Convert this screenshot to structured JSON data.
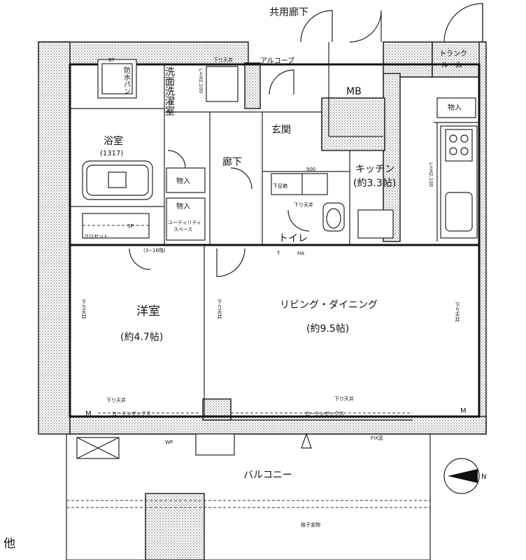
{
  "labels": {
    "corridor": "共用廊下",
    "alcove": "アルコーブ",
    "trunk_room_1": "トランク",
    "trunk_room_2": "ルーム",
    "mb": "MB",
    "storage_top": "物入",
    "waterproof_pan": "防水パン",
    "washroom": "洗面洗濯室",
    "ceiling_down_top": "下り天井",
    "bath": "浴室",
    "bath_size": "(1317)",
    "entrance": "玄関",
    "hallway": "廊下",
    "kitchen": "キッチン",
    "kitchen_size": "(約3.3帖)",
    "storage_mid": "物入",
    "storage_util": "物入",
    "utility_space_1": "ユーティリティ",
    "utility_space_2": "スペース",
    "shoe_box": "下足箱",
    "closet": "クロゼット",
    "toilet": "トイレ",
    "ceiling_down_toilet": "下り天井",
    "western_room": "洋室",
    "western_size": "(約4.7帖)",
    "living_dining": "リビング・ダイニング",
    "living_size": "(約9.5帖)",
    "ceiling_down_left": "下り天井",
    "ceiling_down_mid": "下り天井",
    "ceiling_down_right": "下り天井",
    "ceiling_down_bottom": "下り天井",
    "ceiling_down_western": "下り天井",
    "curtain_box_left": "カーテンボックス",
    "curtain_box_right": "カーテンボックス",
    "fix_window": "FIX窓",
    "balcony": "バルコニー",
    "railing": "格子金物",
    "compass": "N",
    "marker_m_left": "M",
    "marker_m_right": "M",
    "marker_ha": "HA",
    "marker_t": "T",
    "marker_wp": "WP",
    "marker_sp": "SP",
    "marker_bt": "BT",
    "marker_lh": "L=H2,100",
    "marker_lh2": "L=H2,100",
    "marker_900": "900",
    "marker_range": "(3~16階)",
    "side_text": "他"
  },
  "colors": {
    "line": "#111111",
    "hatch": "#555555",
    "background": "#ffffff"
  }
}
